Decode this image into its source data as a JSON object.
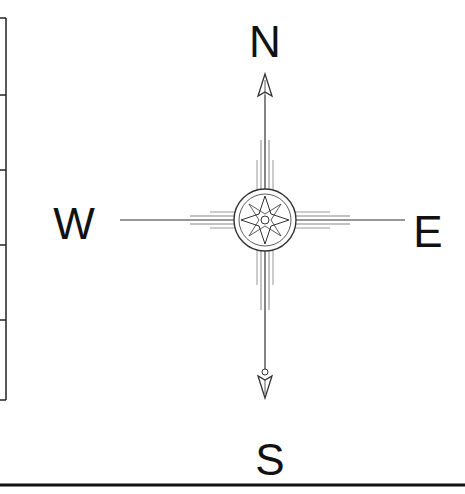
{
  "diagram": {
    "labels": [
      "N",
      "W",
      "E",
      "S"
    ]
  }
}
